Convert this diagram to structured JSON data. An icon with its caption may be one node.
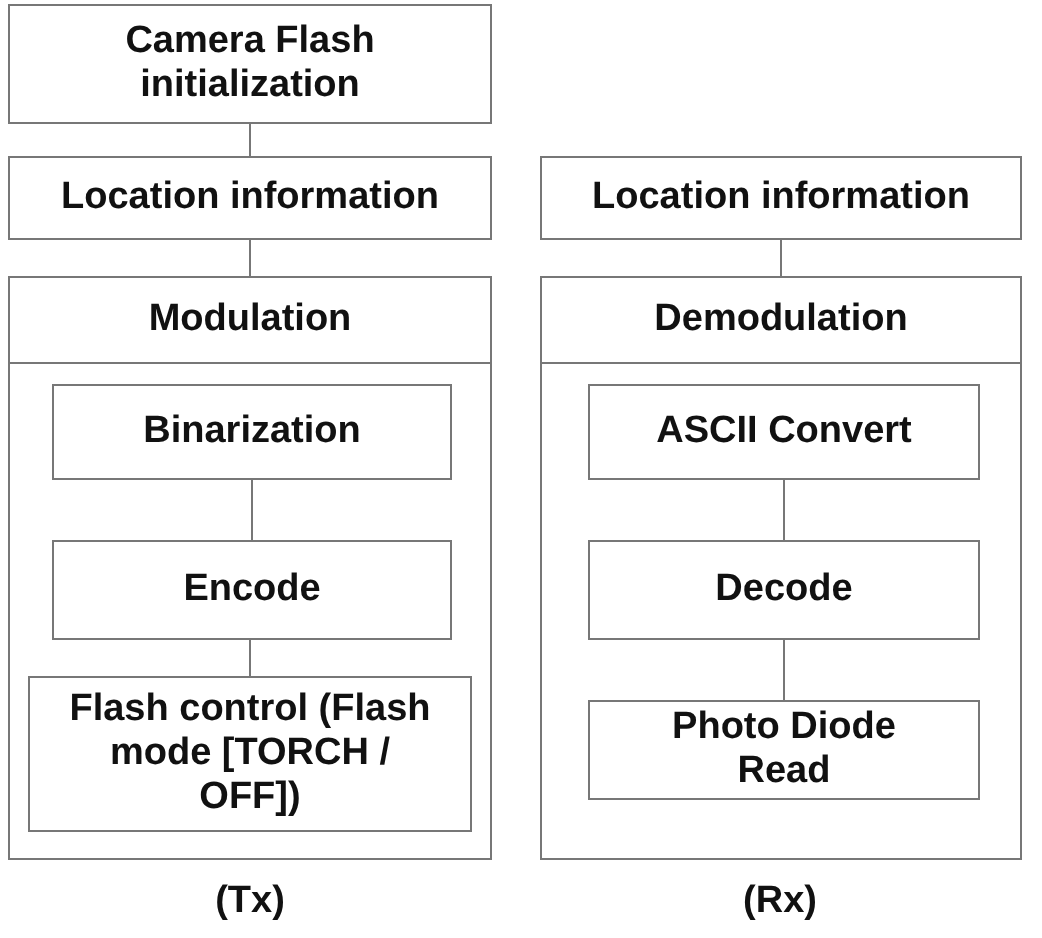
{
  "diagram": {
    "nodes": [
      {
        "text": [
          "Camera Flash initialization"
        ]
      },
      {
        "text": [
          "Location information"
        ]
      },
      {
        "text": [
          "Modulation"
        ]
      },
      {
        "text": [
          "Binarization"
        ],
        "in": 2
      },
      {
        "text": [
          "Encode"
        ],
        "in": 2
      },
      {
        "text": [
          "Flash control (Flash mode [TORCH / OFF])"
        ],
        "in": 2
      },
      {
        "text": [
          "Location information"
        ]
      },
      {
        "text": [
          "Demodulation"
        ]
      },
      {
        "text": [
          "ASCII Convert"
        ],
        "in": 7
      },
      {
        "text": [
          "Decode"
        ],
        "in": 7
      },
      {
        "text": [
          "Photo Diode Read"
        ],
        "in": 7
      }
    ],
    "edges": [
      {
        "from": 0,
        "to": 1,
        "arrow": "none"
      },
      {
        "from": 1,
        "to": 2,
        "arrow": "none"
      },
      {
        "from": 3,
        "to": 4,
        "arrow": "none"
      },
      {
        "from": 4,
        "to": 5,
        "arrow": "none"
      },
      {
        "from": 6,
        "to": 7,
        "arrow": "none"
      },
      {
        "from": 8,
        "to": 9,
        "arrow": "none"
      },
      {
        "from": 9,
        "to": 10,
        "arrow": "none"
      }
    ],
    "labels": [
      "(Tx)",
      "(Rx)"
    ]
  }
}
